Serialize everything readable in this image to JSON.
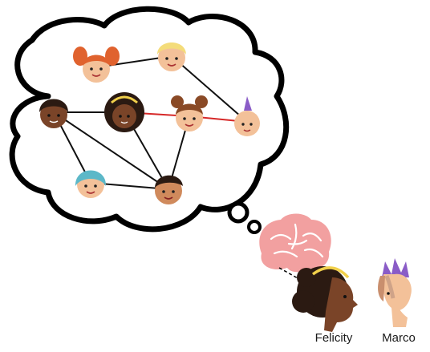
{
  "people": {
    "left_name": "Felicity",
    "right_name": "Marco"
  },
  "colors": {
    "outline": "#000000",
    "friend_link": "#111111",
    "conflict_link": "#d62828",
    "brain": "#f2a0a0",
    "brain_lines": "#ffffff",
    "skin_light": "#f3c199",
    "skin_medium": "#d08a5c",
    "skin_dark": "#7a4428",
    "hair_orange": "#e0622e",
    "hair_blonde": "#f4dc7a",
    "hair_dark": "#2b1a12",
    "hair_purple": "#8a5cc7",
    "hair_teal": "#5cb8c8",
    "hair_brown": "#8a4a26",
    "hairband_yellow": "#f1d04b"
  },
  "network": {
    "nodes": [
      {
        "id": "orange-pigtails",
        "icon": "girl-orange-pigtails-face-icon"
      },
      {
        "id": "blonde",
        "icon": "boy-blonde-face-icon"
      },
      {
        "id": "braids",
        "icon": "boy-dark-braids-face-icon"
      },
      {
        "id": "curly-hairband",
        "icon": "girl-curly-hairband-face-icon"
      },
      {
        "id": "buns",
        "icon": "girl-brown-buns-face-icon"
      },
      {
        "id": "mohawk",
        "icon": "boy-purple-mohawk-face-icon"
      },
      {
        "id": "teal",
        "icon": "girl-teal-hair-face-icon"
      },
      {
        "id": "dark-short",
        "icon": "boy-dark-short-hair-face-icon"
      }
    ],
    "edges": [
      {
        "from": "orange-pigtails",
        "to": "blonde",
        "type": "friend"
      },
      {
        "from": "blonde",
        "to": "mohawk",
        "type": "friend"
      },
      {
        "from": "braids",
        "to": "curly-hairband",
        "type": "friend"
      },
      {
        "from": "curly-hairband",
        "to": "buns",
        "type": "conflict"
      },
      {
        "from": "buns",
        "to": "mohawk",
        "type": "conflict"
      },
      {
        "from": "braids",
        "to": "teal",
        "type": "friend"
      },
      {
        "from": "braids",
        "to": "dark-short",
        "type": "friend"
      },
      {
        "from": "curly-hairband",
        "to": "dark-short",
        "type": "friend"
      },
      {
        "from": "teal",
        "to": "dark-short",
        "type": "friend"
      },
      {
        "from": "buns",
        "to": "dark-short",
        "type": "friend"
      }
    ]
  }
}
